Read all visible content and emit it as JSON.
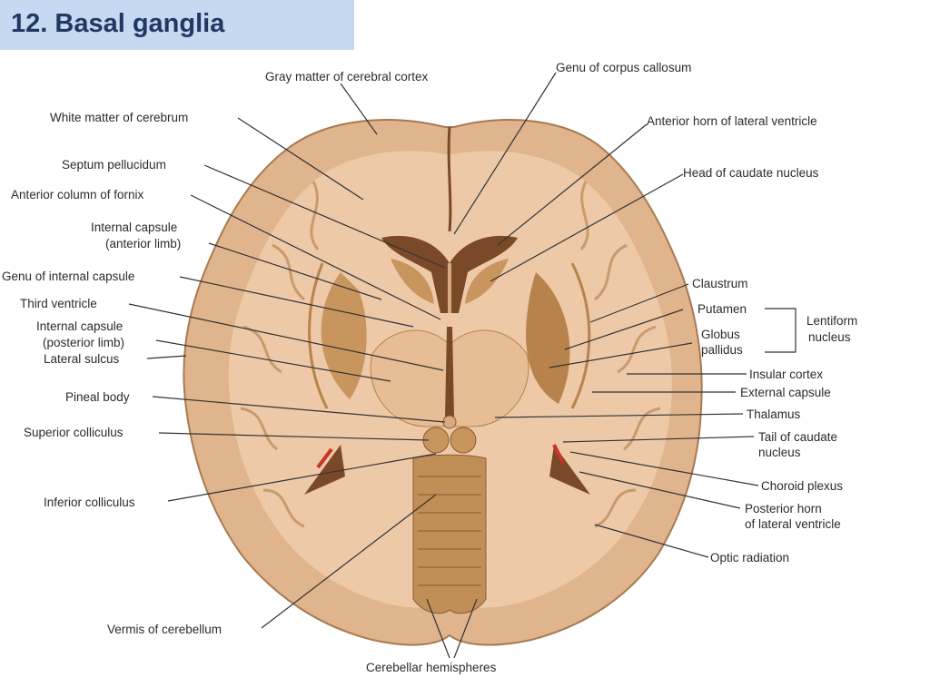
{
  "title": "12. Basal ganglia",
  "labels": {
    "gray_matter": "Gray matter of cerebral cortex",
    "white_matter": "White matter of cerebrum",
    "septum": "Septum pellucidum",
    "fornix": "Anterior column of fornix",
    "ic_ant_1": "Internal capsule",
    "ic_ant_2": "(anterior limb)",
    "genu_ic": "Genu of internal capsule",
    "third_ventricle": "Third ventricle",
    "ic_post_1": "Internal capsule",
    "ic_post_2": "(posterior limb)",
    "lateral_sulcus": "Lateral sulcus",
    "pineal": "Pineal body",
    "sup_colliculus": "Superior colliculus",
    "inf_colliculus": "Inferior colliculus",
    "vermis": "Vermis of cerebellum",
    "cerebellar_hemispheres": "Cerebellar hemispheres",
    "genu_cc": "Genu of corpus callosum",
    "ant_horn": "Anterior horn of lateral ventricle",
    "head_caudate": "Head of caudate nucleus",
    "claustrum": "Claustrum",
    "putamen": "Putamen",
    "globus_1": "Globus",
    "globus_2": "pallidus",
    "lentiform_1": "Lentiform",
    "lentiform_2": "nucleus",
    "insular": "Insular cortex",
    "ext_capsule": "External capsule",
    "thalamus": "Thalamus",
    "tail_caudate_1": "Tail of caudate",
    "tail_caudate_2": "nucleus",
    "choroid": "Choroid plexus",
    "post_horn_1": "Posterior horn",
    "post_horn_2": "of lateral ventricle",
    "optic_radiation": "Optic radiation"
  },
  "colors": {
    "title_bg": "#c6d9f1",
    "title_text": "#1f3864",
    "cortex": "#e0b48c",
    "white_matter": "#edc9a8",
    "ventricle": "#7a4a28",
    "basal_ganglia": "#c9955e",
    "cerebellum": "#c28e58",
    "choroid": "#cc3322"
  }
}
